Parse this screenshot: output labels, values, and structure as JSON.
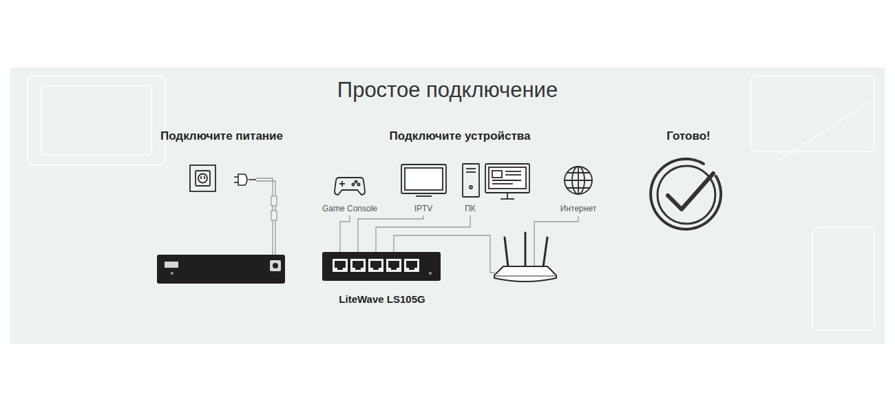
{
  "diagram": {
    "title": "Простое подключение",
    "nodes": [
      {
        "text": [
          "Game Console"
        ]
      },
      {
        "text": [
          "IPTV"
        ]
      },
      {
        "text": [
          "ПК"
        ]
      },
      {
        "text": [
          "Интернет"
        ]
      },
      {
        "text": [
          "LiteWave LS105G"
        ]
      }
    ],
    "edges": [
      {
        "from": 4,
        "to": 0,
        "arrow": "none"
      },
      {
        "from": 4,
        "to": 1,
        "arrow": "none"
      },
      {
        "from": 4,
        "to": 2,
        "arrow": "none"
      }
    ],
    "labels": [
      "Подключите питание",
      "Подключите устройства",
      "Готово!"
    ]
  }
}
